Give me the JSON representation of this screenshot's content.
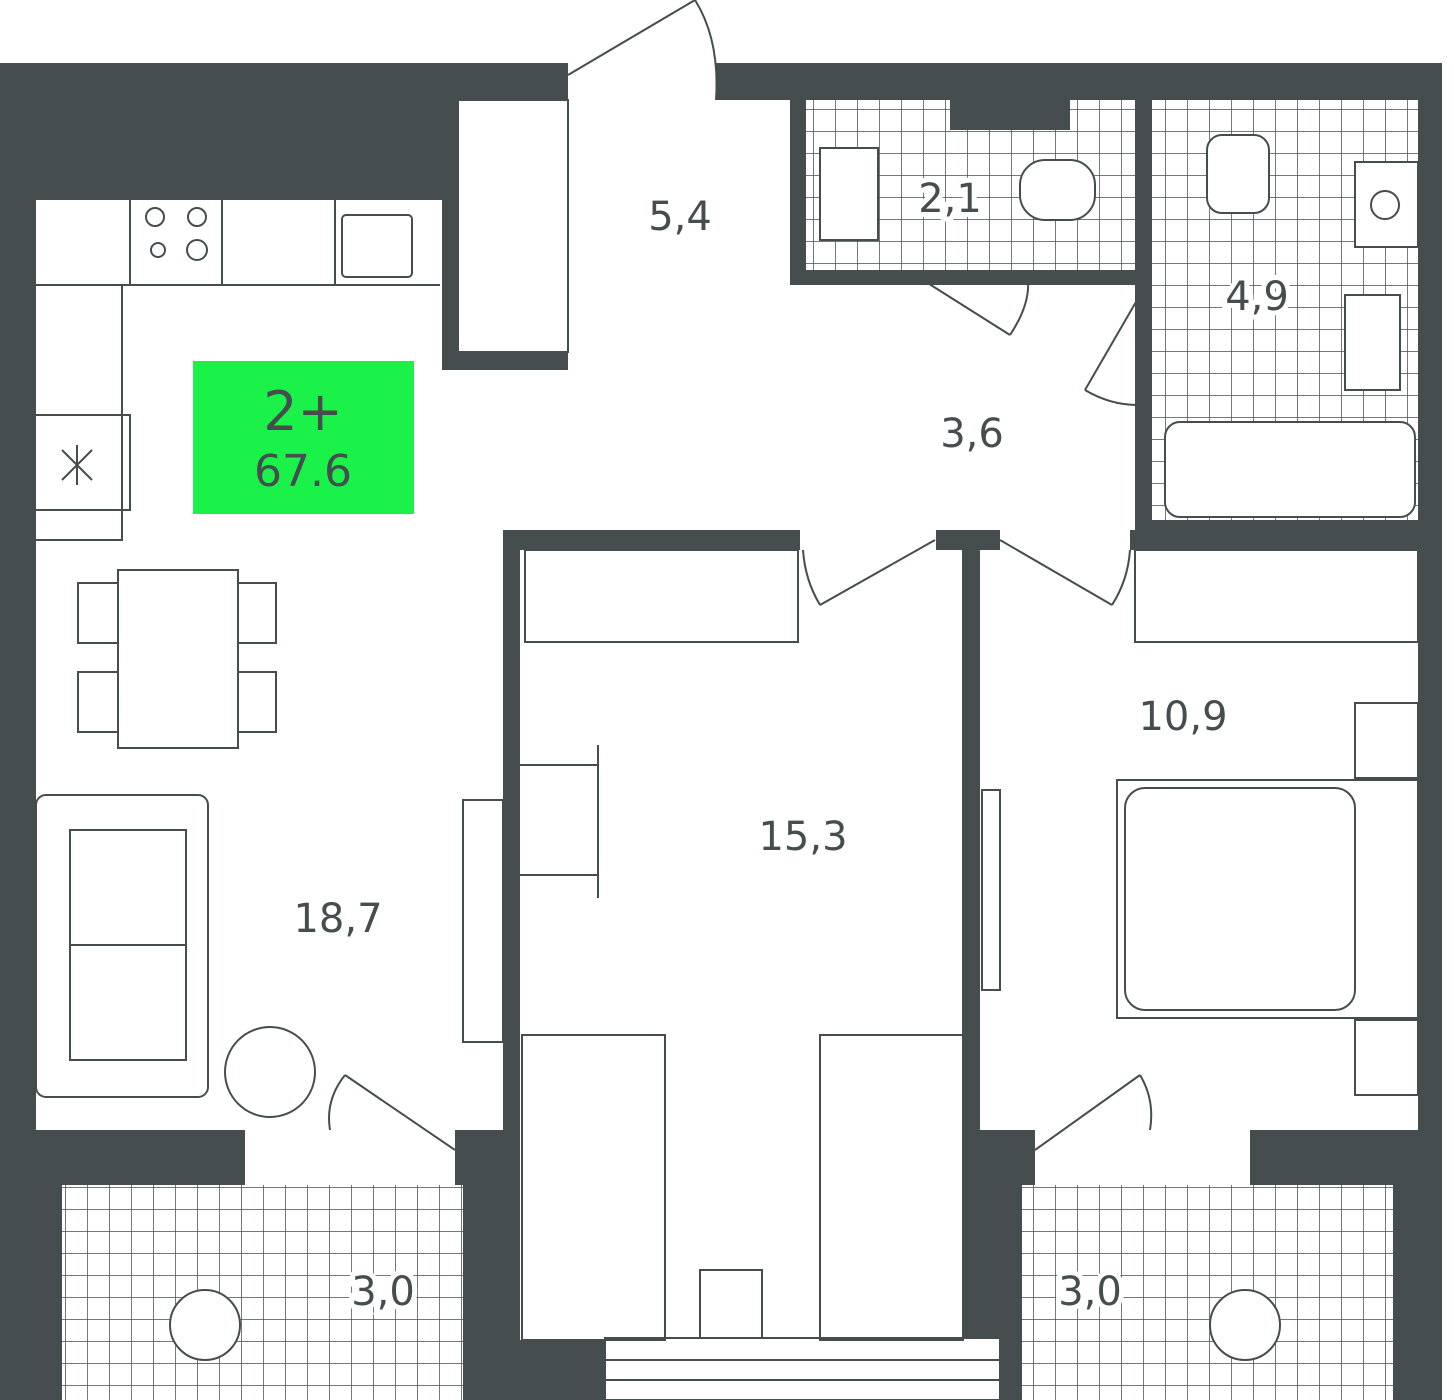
{
  "badge": {
    "rooms": "2+",
    "area": "67.6",
    "color": "#1af24a"
  },
  "colors": {
    "wall": "#454d4f"
  },
  "rooms": {
    "entrance_hall": "5,4",
    "wc": "2,1",
    "bathroom": "4,9",
    "corridor": "3,6",
    "living_kitchen": "18,7",
    "bedroom_1": "15,3",
    "bedroom_2": "10,9",
    "balcony_left": "3,0",
    "balcony_right": "3,0"
  }
}
